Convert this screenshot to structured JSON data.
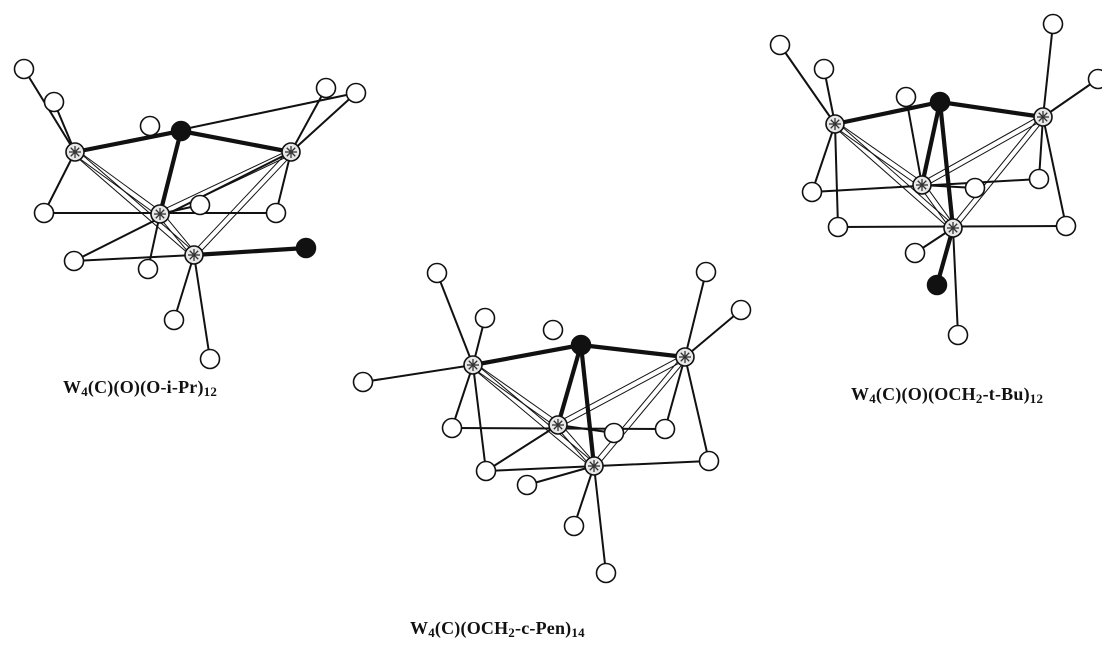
{
  "molecules": [
    {
      "formula": {
        "p1": "W",
        "s1": "4",
        "p2": "(C)(O)(O-i-Pr)",
        "s2": "12",
        "p3": ""
      }
    },
    {
      "formula": {
        "p1": "W",
        "s1": "4",
        "p2": "(C)(OCH",
        "s2": "2",
        "p3": "-c-Pen)",
        "s3": "14"
      }
    },
    {
      "formula": {
        "p1": "W",
        "s1": "4",
        "p2": "(C)(O)(OCH",
        "s2": "2",
        "p3": "-t-Bu)",
        "s3": "12"
      }
    }
  ],
  "colors": {
    "ink": "#111111",
    "tungsten_fill": "#e8e8e8",
    "oxygen_fill": "#ffffff",
    "dark_atom_fill": "#111111"
  }
}
